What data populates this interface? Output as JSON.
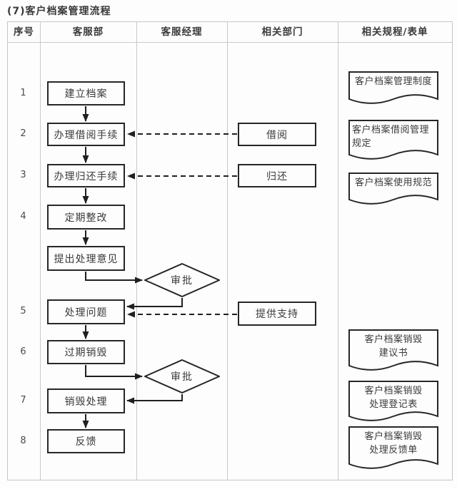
{
  "title": "(7)客户档案管理流程",
  "table": {
    "headers": [
      {
        "id": "no",
        "label": "序号"
      },
      {
        "id": "dept",
        "label": "客服部"
      },
      {
        "id": "manager",
        "label": "客服经理"
      },
      {
        "id": "related",
        "label": "相关部门"
      },
      {
        "id": "docs",
        "label": "相关规程/表单"
      }
    ]
  },
  "flow": {
    "row_numbers": [
      "1",
      "2",
      "3",
      "4",
      "5",
      "6",
      "7",
      "8"
    ],
    "steps": [
      {
        "label": "建立档案"
      },
      {
        "label": "办理借阅手续"
      },
      {
        "label": "办理归还手续"
      },
      {
        "label": "定期整改"
      },
      {
        "label": "提出处理意见"
      },
      {
        "label": "处理问题"
      },
      {
        "label": "过期销毁"
      },
      {
        "label": "销毁处理"
      },
      {
        "label": "反馈"
      }
    ],
    "decisions": [
      {
        "label": "审批"
      },
      {
        "label": "审批"
      }
    ],
    "related_inputs": [
      {
        "label": "借阅"
      },
      {
        "label": "归还"
      },
      {
        "label": "提供支持"
      }
    ],
    "documents": [
      {
        "line1": "客户档案管理制度",
        "line2": ""
      },
      {
        "line1": "客户档案借阅管理",
        "line2": "规定"
      },
      {
        "line1": "客户档案使用规范",
        "line2": ""
      },
      {
        "line1": "客户档案销毁",
        "line2": "建议书"
      },
      {
        "line1": "客户档案销毁",
        "line2": "处理登记表"
      },
      {
        "line1": "客户档案销毁",
        "line2": "处理反馈单"
      }
    ]
  },
  "colors": {
    "shape_border": "#262626",
    "connector": "#1f1f1f",
    "grid_line": "#c9c9c9",
    "text": "#3a3a3a",
    "background": "#fdfdfd"
  }
}
